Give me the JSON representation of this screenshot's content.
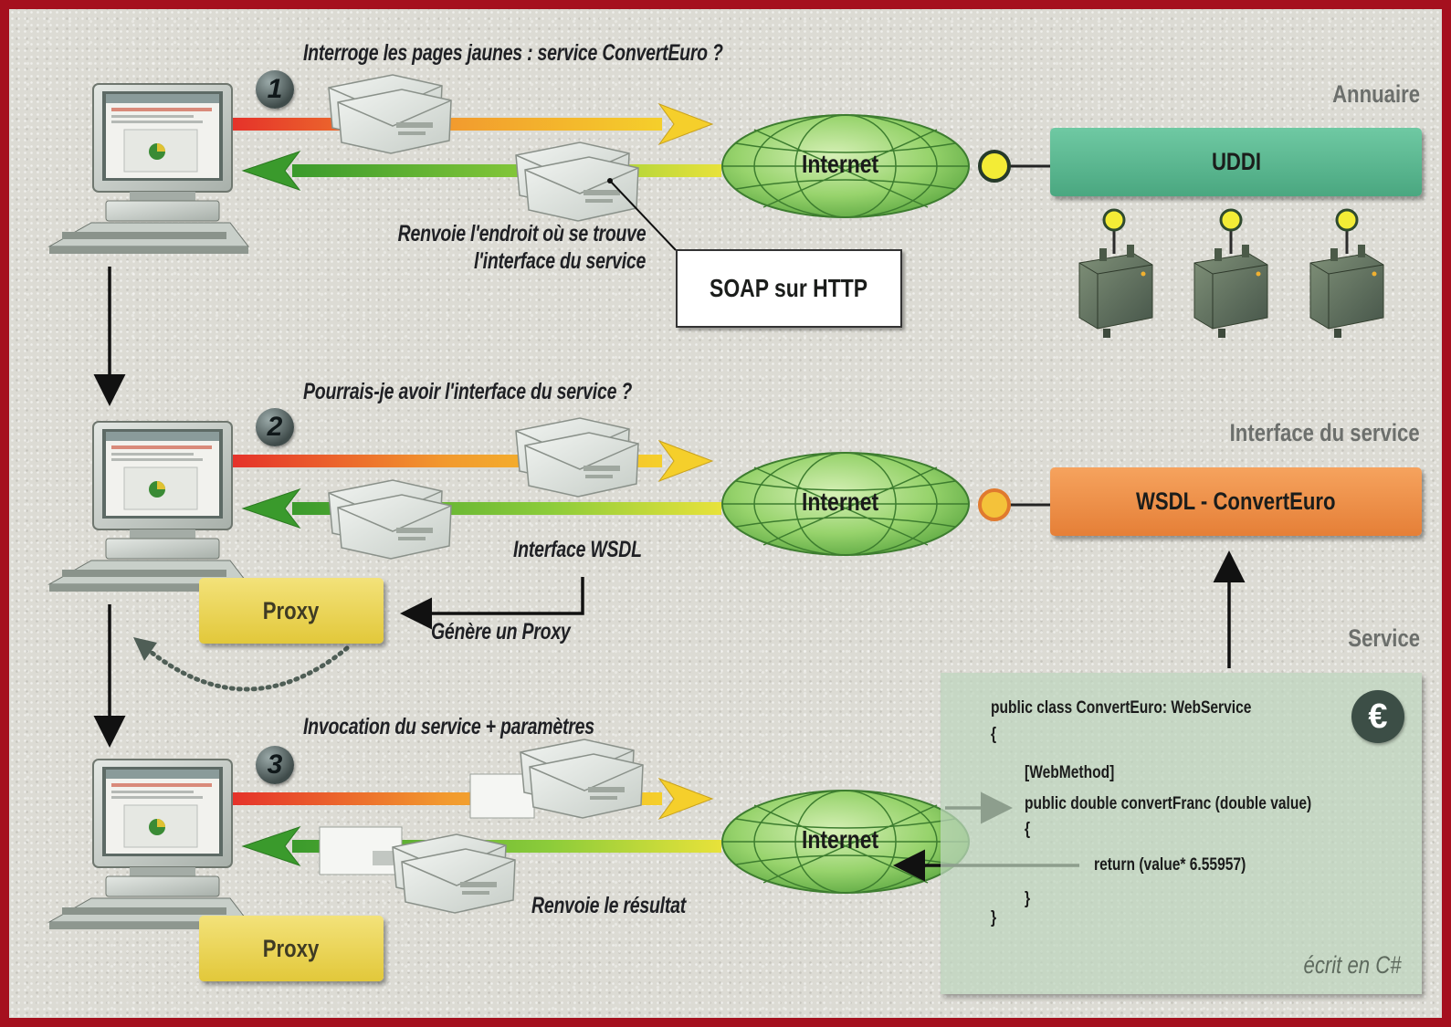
{
  "steps": [
    "1",
    "2",
    "3"
  ],
  "captions": {
    "step1_question": "Interroge les pages jaunes : service ConvertEuro ?",
    "step1_reply_line1": "Renvoie l'endroit où se trouve",
    "step1_reply_line2": "l'interface du service",
    "step2_question": "Pourrais-je avoir l'interface du service ?",
    "step2_reply": "Interface WSDL",
    "step2_generate": "Génère un Proxy",
    "step3_question": "Invocation du service + paramètres",
    "step3_reply": "Renvoie le résultat"
  },
  "soap_label": "SOAP sur HTTP",
  "internet_label": "Internet",
  "section_labels": {
    "directory": "Annuaire",
    "interface": "Interface du service",
    "service": "Service"
  },
  "uddi_label": "UDDI",
  "wsdl_label": "WSDL - ConvertEuro",
  "proxy_label": "Proxy",
  "code_lines": [
    "public class ConvertEuro:  WebService",
    "{",
    "[WebMethod]",
    "public double convertFranc (double value)",
    "{",
    "return (value* 6.55957)",
    "}",
    "}"
  ],
  "code_footer": "écrit en C#",
  "euro_symbol": "€",
  "colors": {
    "frame": "#a5101e",
    "uddi": "#5bb68f",
    "wsdl": "#ee8d47",
    "proxy": "#ecd458",
    "request_arrow": "#ef5a2e",
    "response_arrow": "#5cb532",
    "globe": "#93d46a",
    "code_panel": "#bed6be"
  }
}
